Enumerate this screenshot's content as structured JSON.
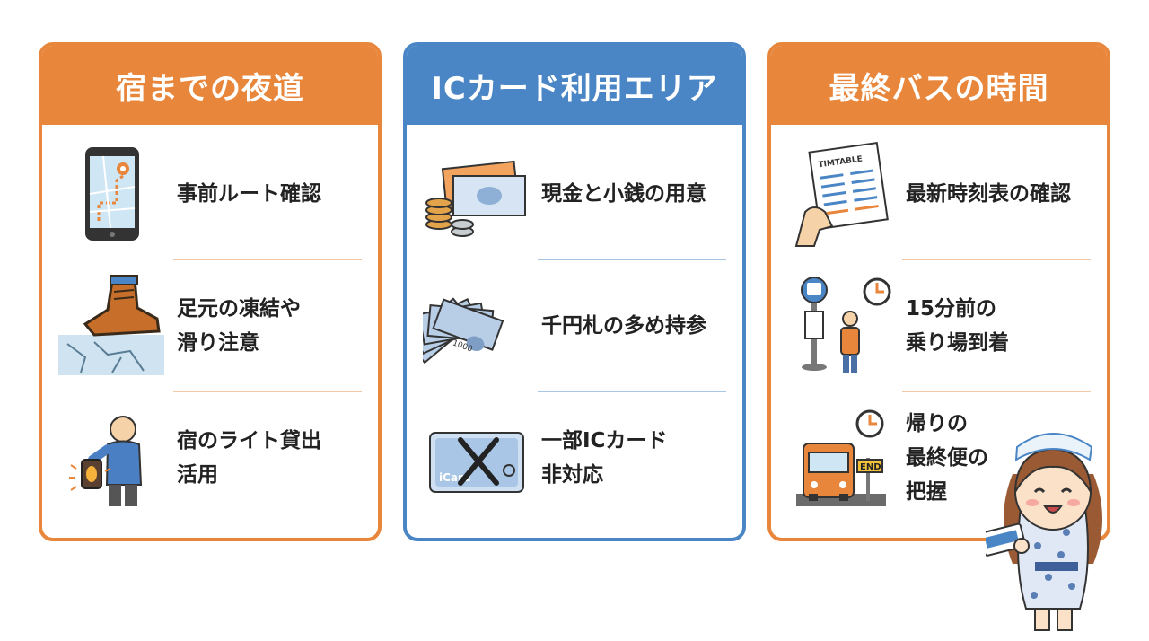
{
  "cards": [
    {
      "title": "宿までの夜道",
      "theme": "orange",
      "items": [
        {
          "label": "事前ルート確認",
          "icon": "smartphone-map-icon"
        },
        {
          "label": "足元の凍結や\n滑り注意",
          "icon": "boot-on-ice-icon"
        },
        {
          "label": "宿のライト貸出\n活用",
          "icon": "person-with-lantern-icon"
        }
      ]
    },
    {
      "title": "ICカード利用エリア",
      "theme": "blue",
      "items": [
        {
          "label": "現金と小銭の用意",
          "icon": "cash-and-coins-icon"
        },
        {
          "label": "千円札の多め持参",
          "icon": "banknote-fan-icon"
        },
        {
          "label": "一部ICカード\n非対応",
          "icon": "ic-card-crossed-icon"
        }
      ]
    },
    {
      "title": "最終バスの時間",
      "theme": "orange",
      "items": [
        {
          "label": "最新時刻表の確認",
          "icon": "timetable-in-hand-icon"
        },
        {
          "label": "15分前の\n乗り場到着",
          "icon": "bus-stop-clock-icon"
        },
        {
          "label": "帰りの\n最終便の\n把握",
          "icon": "bus-end-clock-icon"
        }
      ]
    }
  ],
  "icon_text": {
    "timetable": "TIMTABLE",
    "end_sign": "END",
    "ic_card": "iCard",
    "banknote": "1000"
  },
  "colors": {
    "orange": "#e8873c",
    "blue": "#4a86c5",
    "text": "#222222"
  },
  "mascot": "mascot-girl-with-card-icon"
}
